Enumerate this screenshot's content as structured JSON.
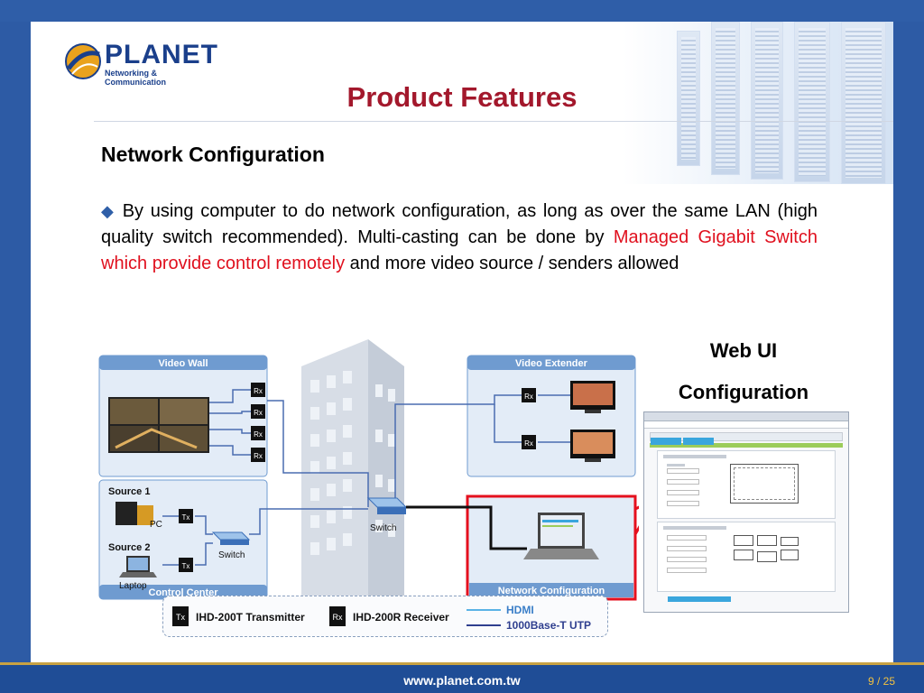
{
  "header": {
    "logo_text": "PLANET",
    "logo_sub": "Networking & Communication",
    "title": "Product Features"
  },
  "section": {
    "subtitle": "Network Configuration",
    "para_part1": "By using computer to do network configuration, as long as over the same LAN (high quality switch recommended). Multi-casting can be done by ",
    "para_highlight": "Managed Gigabit Switch which provide control remotely",
    "para_part2": " and more video source / senders allowed"
  },
  "webui": {
    "line1": "Web UI",
    "line2": "Configuration"
  },
  "diagram": {
    "video_wall": "Video Wall",
    "video_extender": "Video Extender",
    "control_center": "Control Center",
    "network_configuration": "Network Configuration",
    "source1": "Source 1",
    "source2": "Source 2",
    "pc": "PC",
    "laptop": "Laptop",
    "switch": "Switch",
    "rx": "Rx",
    "tx": "Tx"
  },
  "legend": {
    "tx_label": "Tx",
    "tx_text": "IHD-200T Transmitter",
    "rx_label": "Rx",
    "rx_text": "IHD-200R Receiver",
    "hdmi": "HDMI",
    "utp": "1000Base-T UTP"
  },
  "footer": {
    "url": "www.planet.com.tw",
    "page": "9 / 25"
  },
  "colors": {
    "frame_blue": "#2c5aa3",
    "title_red": "#a3182c",
    "highlight_red": "#e0101e",
    "panel_blue": "#6f9bd0",
    "hdmi_line": "#5ab3e6",
    "utp_line": "#2f3f8f",
    "footer_gold": "#c8a243"
  }
}
